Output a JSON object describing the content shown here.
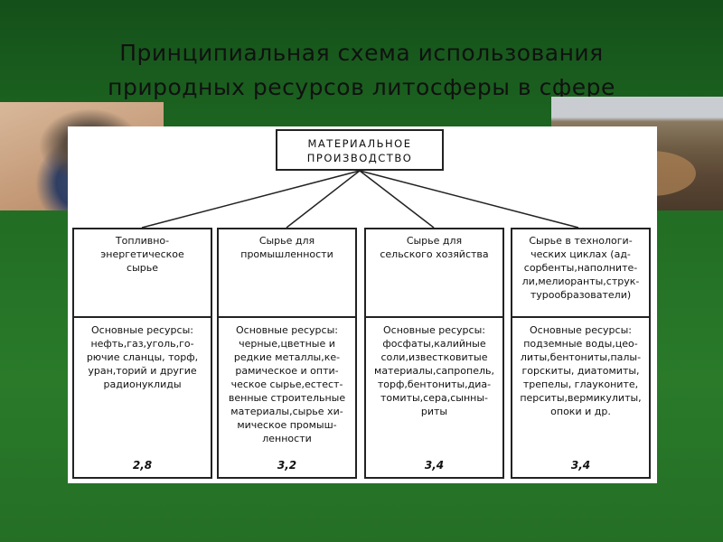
{
  "title": "Принципиальная схема использования\nприродных ресурсов литосферы в сфере",
  "diagram": {
    "root": "МАТЕРИАЛЬНОЕ\nПРОИЗВОДСТВО",
    "columns": [
      {
        "header": "Топливно-\nэнергетическое\nсырье",
        "body": "Основные ресурсы:\nнефть,газ,уголь,го-\nрючие сланцы, торф,\nуран,торий и другие\nрадионуклиды",
        "value": "2,8"
      },
      {
        "header": "Сырье для\nпромышленности",
        "body": "Основные ресурсы:\nчерные,цветные и\nредкие металлы,ке-\nрамическое и опти-\nческое сырье,естест-\nвенные строительные\nматериалы,сырье хи-\nмическое промыш-\nленности",
        "value": "3,2"
      },
      {
        "header": "Сырье для\nсельского хозяйства",
        "body": "Основные ресурсы:\nфосфаты,калийные\nсоли,известковитые\nматериалы,сапропель,\nторф,бентониты,диа-\nтомиты,сера,сынны-\nриты",
        "value": "3,4"
      },
      {
        "header": "Сырье в технологи-\nческих циклах (ад-\nсорбенты,наполните-\nли,мелиоранты,струк-\nтурообразователи)",
        "body": "Основные ресурсы:\nподземные воды,цео-\nлиты,бентониты,палы-\nгорскиты, диатомиты,\nтрепелы, глауконите,\nперситы,вермикулиты,\nопоки и др.",
        "value": "3,4"
      }
    ]
  }
}
